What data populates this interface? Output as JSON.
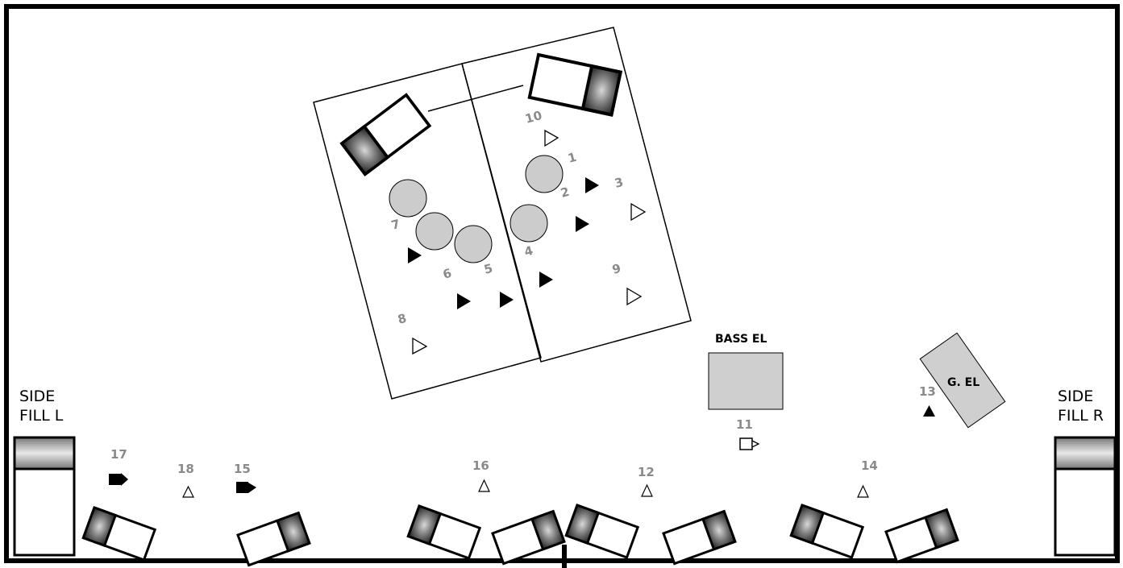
{
  "labels": {
    "side_fill_l_line1": "SIDE",
    "side_fill_l_line2": "FILL L",
    "side_fill_r_line1": "SIDE",
    "side_fill_r_line2": "FILL R",
    "bass_el": "BASS EL",
    "g_el": "G. EL"
  },
  "numbers": {
    "n1": "1",
    "n2": "2",
    "n3": "3",
    "n4": "4",
    "n5": "5",
    "n6": "6",
    "n7": "7",
    "n8": "8",
    "n9": "9",
    "n10": "10",
    "n11": "11",
    "n12": "12",
    "n13": "13",
    "n14": "14",
    "n15": "15",
    "n16": "16",
    "n17": "17",
    "n18": "18"
  },
  "colors": {
    "outline": "#000000",
    "number_gray": "#8a8a8a",
    "amp_fill": "#cfcfcf",
    "drum_fill": "#cccccc"
  }
}
